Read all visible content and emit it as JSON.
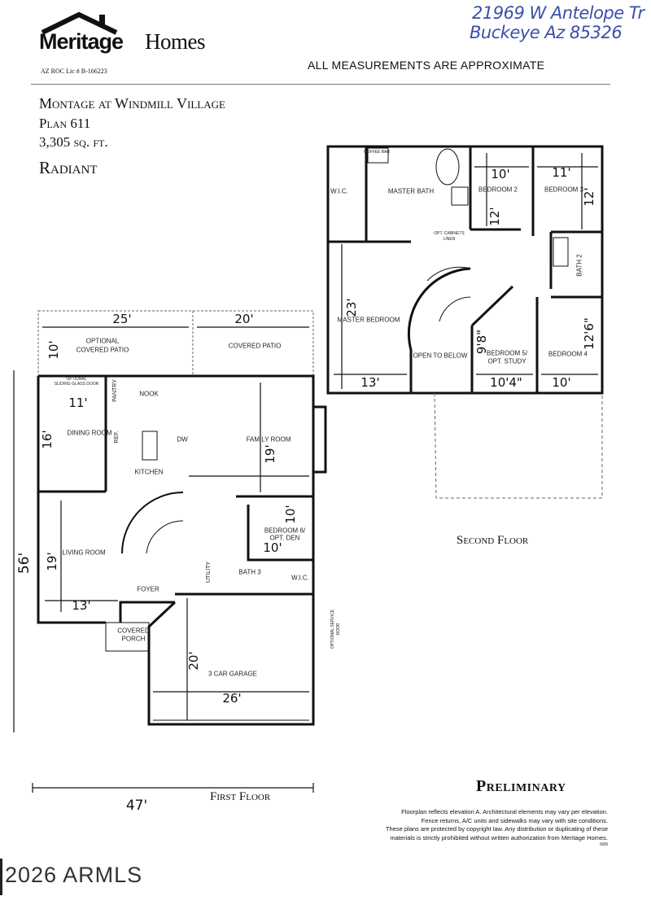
{
  "header": {
    "brand_bold": "Meritage",
    "brand_light": "Homes",
    "license": "AZ ROC Lic # B-166223",
    "notice": "ALL MEASUREMENTS ARE APPROXIMATE",
    "handwritten_address": [
      "21969 W Antelope Tr",
      "Buckeye Az 85326"
    ]
  },
  "plan_info": {
    "community": "Montage at Windmill Village",
    "plan": "Plan 611",
    "sqft": "3,305 sq. ft.",
    "model": "Radiant"
  },
  "second_floor": {
    "title": "Second Floor",
    "rooms": [
      "COFFEE BAR",
      "W.I.C.",
      "MASTER BATH",
      "BEDROOM 2",
      "BEDROOM 3",
      "OPT. CABINETS",
      "LINEN",
      "BATH 2",
      "MASTER BEDROOM",
      "OPEN TO BELOW",
      "BEDROOM 5/",
      "OPT. STUDY",
      "BEDROOM 4"
    ],
    "dimensions": [
      "10'",
      "12'",
      "11'",
      "12'",
      "23'",
      "13'",
      "9'8\"",
      "10'4\"",
      "12'6\"",
      "10'"
    ]
  },
  "first_floor": {
    "title": "First Floor",
    "rooms": [
      "OPTIONAL",
      "COVERED PATIO",
      "COVERED PATIO",
      "OPTIONAL",
      "SLIDING GLASS DOOR",
      "PANTRY",
      "NOOK",
      "DINING ROOM",
      "REF.",
      "DW",
      "KITCHEN",
      "FAMILY ROOM",
      "LIVING ROOM",
      "FOYER",
      "UTILITY",
      "BEDROOM 6/",
      "OPT. DEN",
      "BATH 3",
      "W.I.C.",
      "COVERED",
      "PORCH",
      "3 CAR GARAGE",
      "OPTIONAL SERVICE",
      "DOOR"
    ],
    "dimensions": [
      "25'",
      "20'",
      "10'",
      "11'",
      "16'",
      "19'",
      "19'",
      "13'",
      "10'",
      "10'",
      "20'",
      "26'",
      "47'",
      "56'"
    ]
  },
  "footer": {
    "preliminary": "Preliminary",
    "notes": [
      "Floorplan reflects elevation A.  Architectural elements may vary per elevation.",
      "Fence returns, A/C units and sidewalks may vary with site conditions.",
      "These plans are protected by copyright law. Any distribution or duplicating of these",
      "materials is strictly prohibited without written authorization from Meritage Homes."
    ],
    "code": "6/06",
    "copyright": "2026 ARMLS"
  }
}
